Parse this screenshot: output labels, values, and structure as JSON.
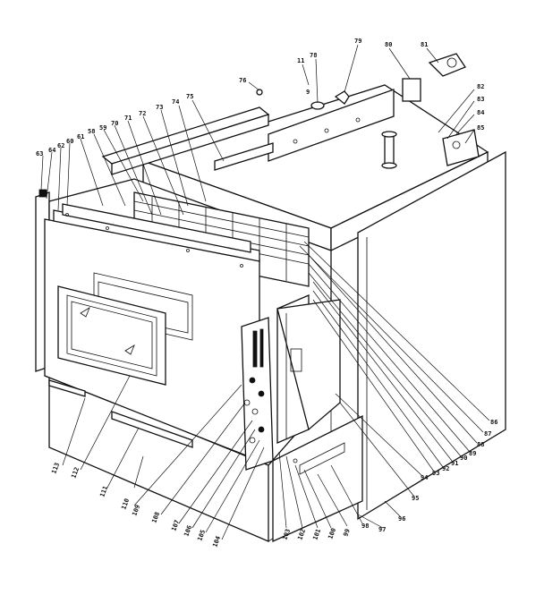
{
  "labels": {
    "l11": "11",
    "l78": "78",
    "l79": "79",
    "l80": "80",
    "l81": "81",
    "l76": "76",
    "l9": "9",
    "l82": "82",
    "l83": "83",
    "l84": "84",
    "l85": "85",
    "l75": "75",
    "l74": "74",
    "l73": "73",
    "l72": "72",
    "l71": "71",
    "l70": "70",
    "l58": "58",
    "l59": "59",
    "l60": "60",
    "l61": "61",
    "l62": "62",
    "l63": "63",
    "l64": "64",
    "r86": "86",
    "r87": "87",
    "r88": "88",
    "r89": "89",
    "r90": "90",
    "r91": "91",
    "r92": "92",
    "r93": "93",
    "r94": "94",
    "r95": "95",
    "r96": "96",
    "r97": "97",
    "r98": "98",
    "b99": "99",
    "b100": "100",
    "b101": "101",
    "b102": "102",
    "b103": "103",
    "b104": "104",
    "b105": "105",
    "b106": "106",
    "b107": "107",
    "b108": "108",
    "b109": "109",
    "b110": "110",
    "b111": "111",
    "b112": "112",
    "b113": "113"
  }
}
